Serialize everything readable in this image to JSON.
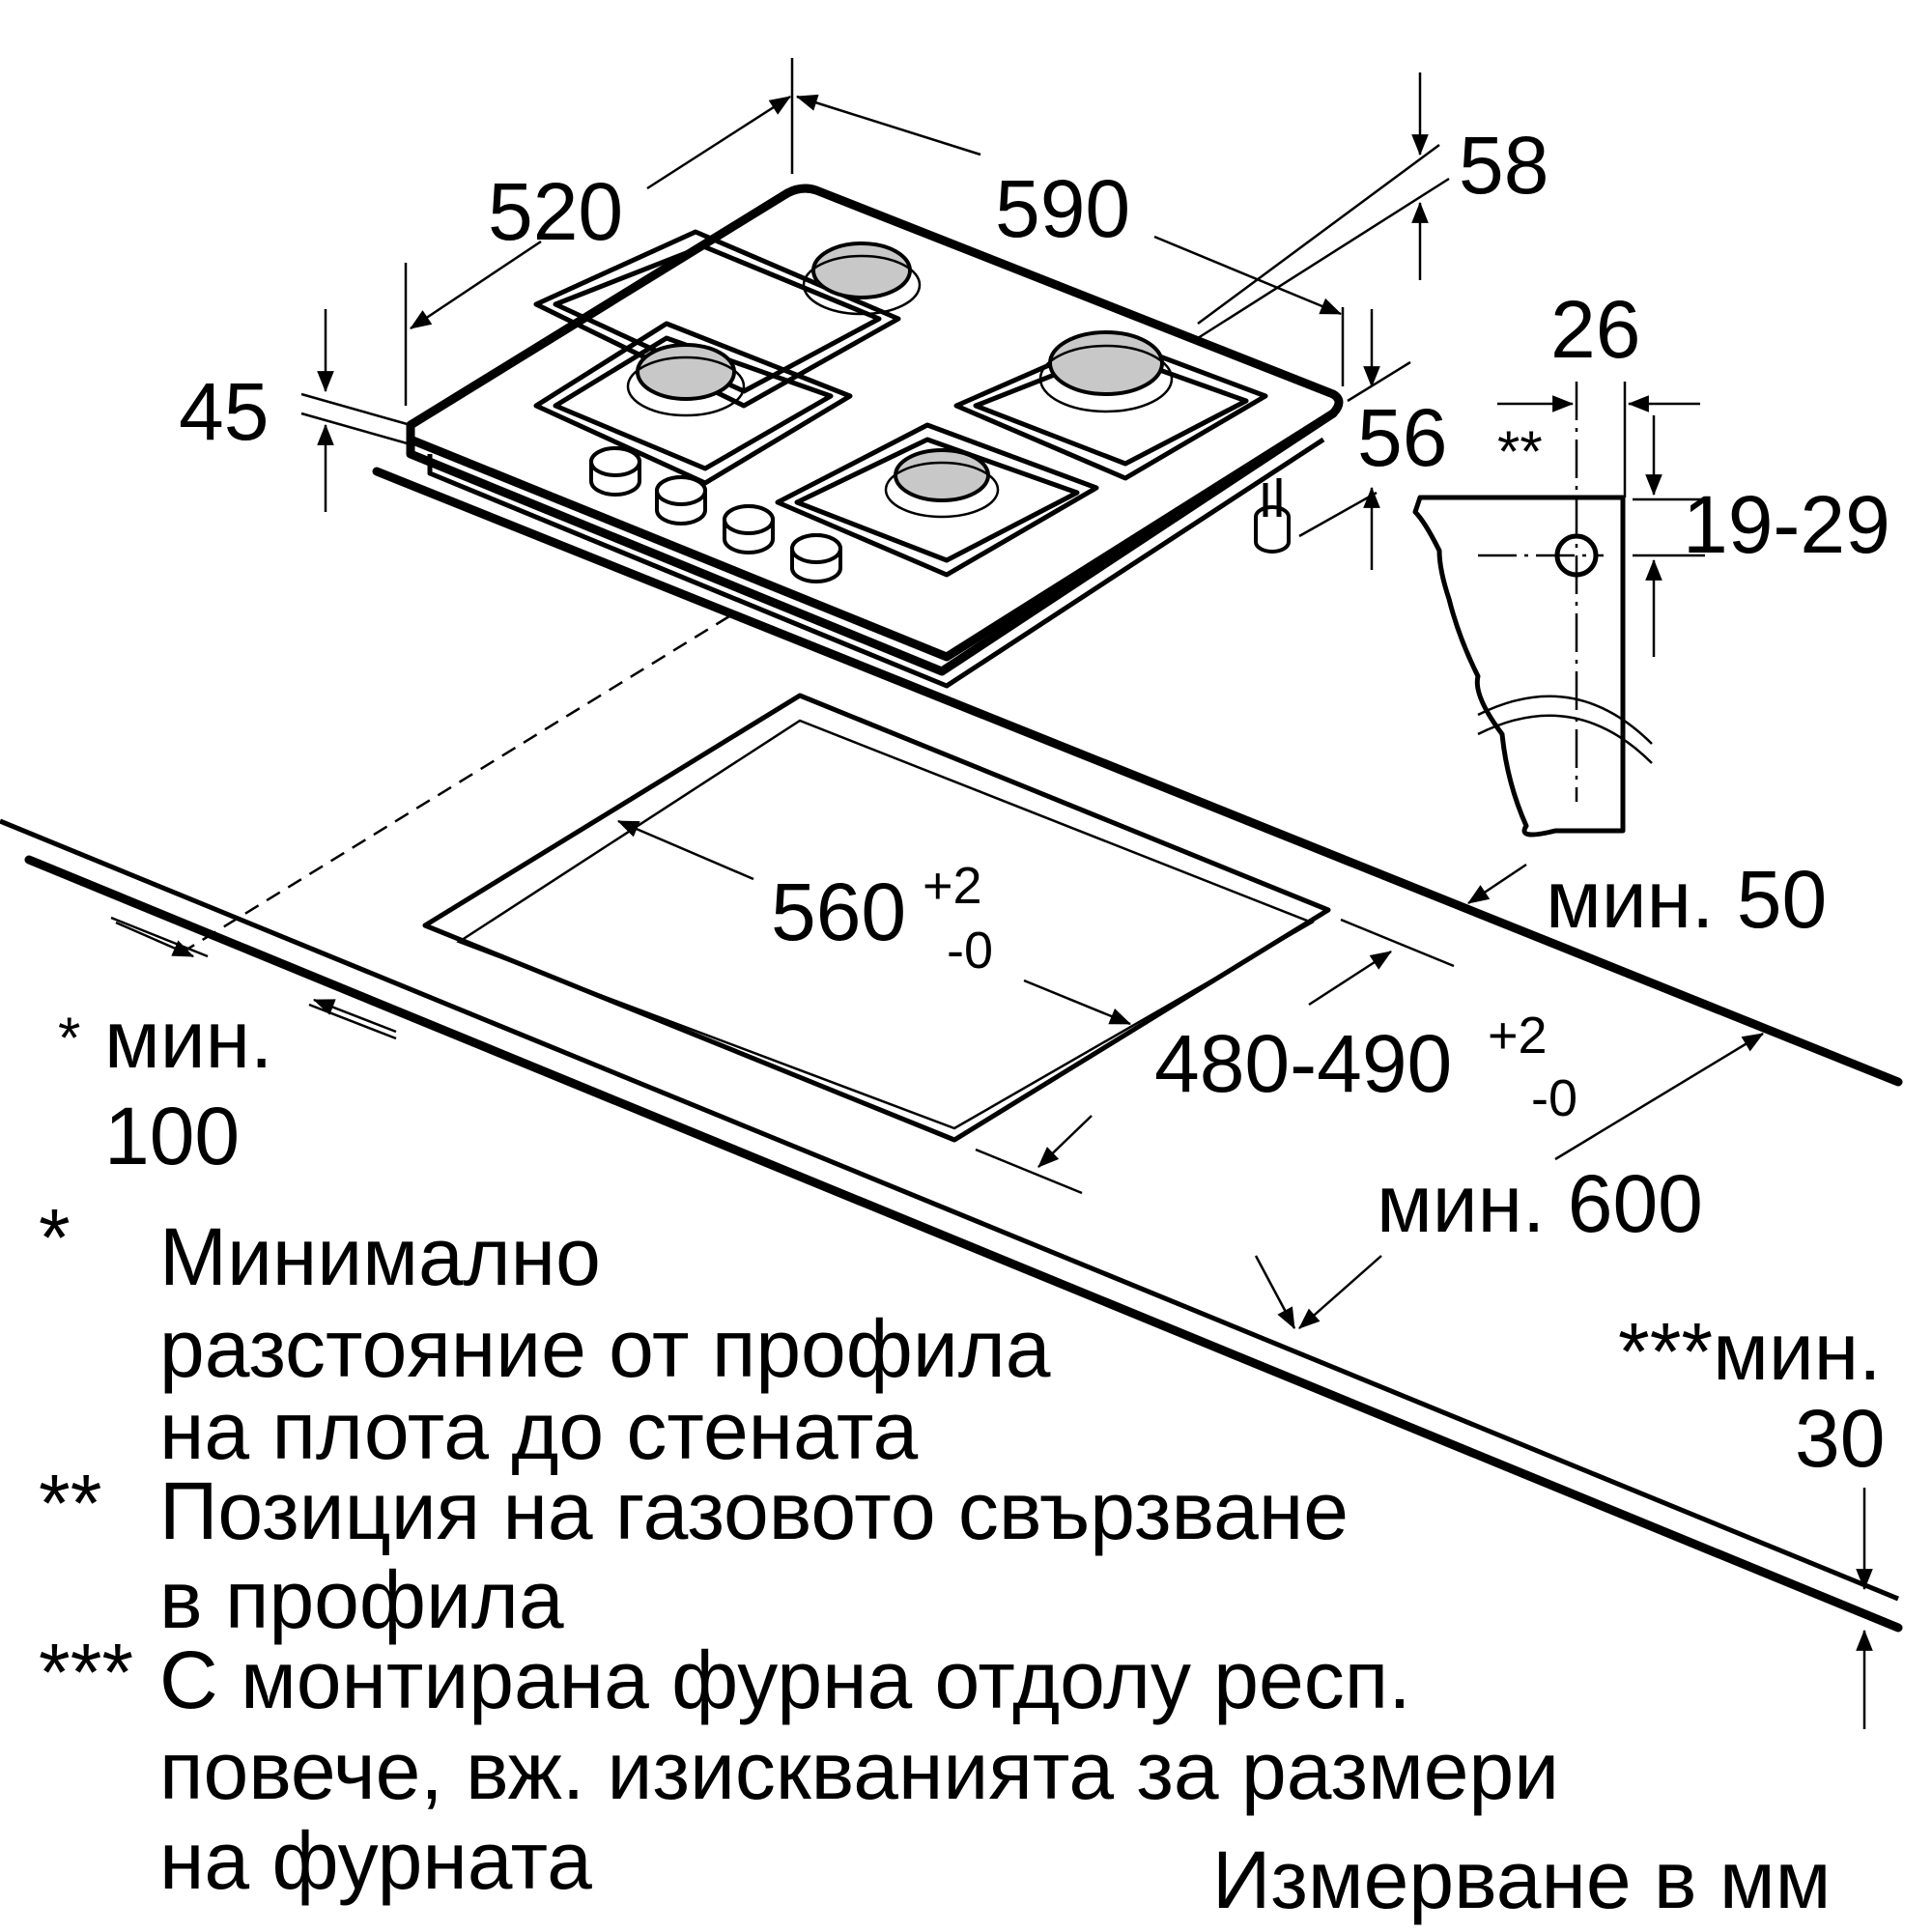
{
  "dimensions": {
    "hob_depth": "520",
    "hob_width": "590",
    "burner_height": "45",
    "hob_side_height": "58",
    "built_in_depth": "56",
    "profile_offset": "26",
    "gas_marker": "**",
    "gas_height_range": "19-29",
    "cutout_width": "560",
    "cutout_width_tol_plus": "+2",
    "cutout_width_tol_minus": "-0",
    "cutout_depth": "480-490",
    "cutout_depth_tol_plus": "+2",
    "cutout_depth_tol_minus": "-0",
    "min_rear": "мин. 50",
    "min_side_star": "*",
    "min_side_label": "мин.",
    "min_side_value": "100",
    "min_worktop": "мин. 600",
    "min_thickness_label": "***мин.",
    "min_thickness_value": "30"
  },
  "notes": [
    {
      "marker": "*",
      "lines": [
        "Минимално",
        "разстояние от профила",
        "на плота до стената"
      ]
    },
    {
      "marker": "**",
      "lines": [
        "Позиция на газовото свързване",
        "в профила"
      ]
    },
    {
      "marker": "***",
      "lines": [
        "С монтирана фурна отдолу респ.",
        "повече, вж. изискванията за размери",
        "на фурната"
      ]
    }
  ],
  "units_caption": "Измерване в мм"
}
